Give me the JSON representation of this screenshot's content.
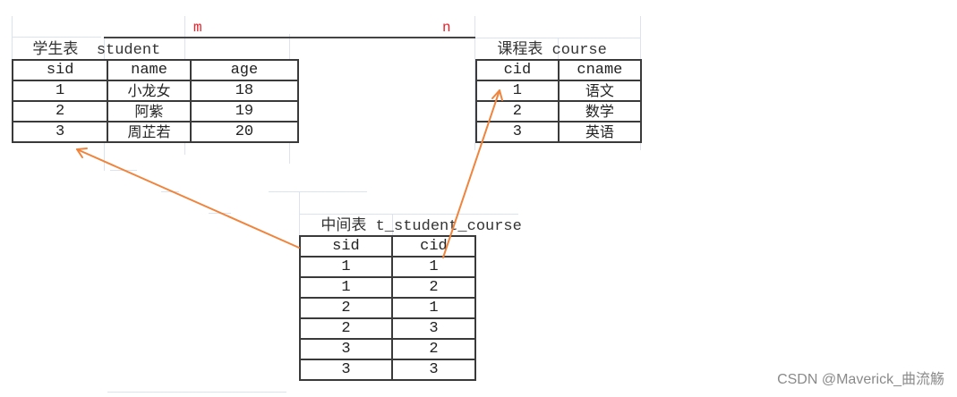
{
  "student_table": {
    "title_cn": "学生表",
    "title_en": "student",
    "columns": [
      "sid",
      "name",
      "age"
    ],
    "rows": [
      [
        "1",
        "小龙女",
        "18"
      ],
      [
        "2",
        "阿紫",
        "19"
      ],
      [
        "3",
        "周芷若",
        "20"
      ]
    ]
  },
  "course_table": {
    "title_cn": "课程表",
    "title_en": "course",
    "columns": [
      "cid",
      "cname"
    ],
    "rows": [
      [
        "1",
        "语文"
      ],
      [
        "2",
        "数学"
      ],
      [
        "3",
        "英语"
      ]
    ]
  },
  "junction_table": {
    "title_cn": "中间表",
    "title_en": "t_student_course",
    "columns": [
      "sid",
      "cid"
    ],
    "rows": [
      [
        "1",
        "1"
      ],
      [
        "1",
        "2"
      ],
      [
        "2",
        "1"
      ],
      [
        "2",
        "3"
      ],
      [
        "3",
        "2"
      ],
      [
        "3",
        "3"
      ]
    ]
  },
  "relationship": {
    "left_cardinality": "m",
    "right_cardinality": "n"
  },
  "colors": {
    "arrow": "#f0843c",
    "cardinality": "#e8202a",
    "border": "#3a3a3a",
    "gridline": "#dbe3f0"
  },
  "watermark": "CSDN @Maverick_曲流觞"
}
